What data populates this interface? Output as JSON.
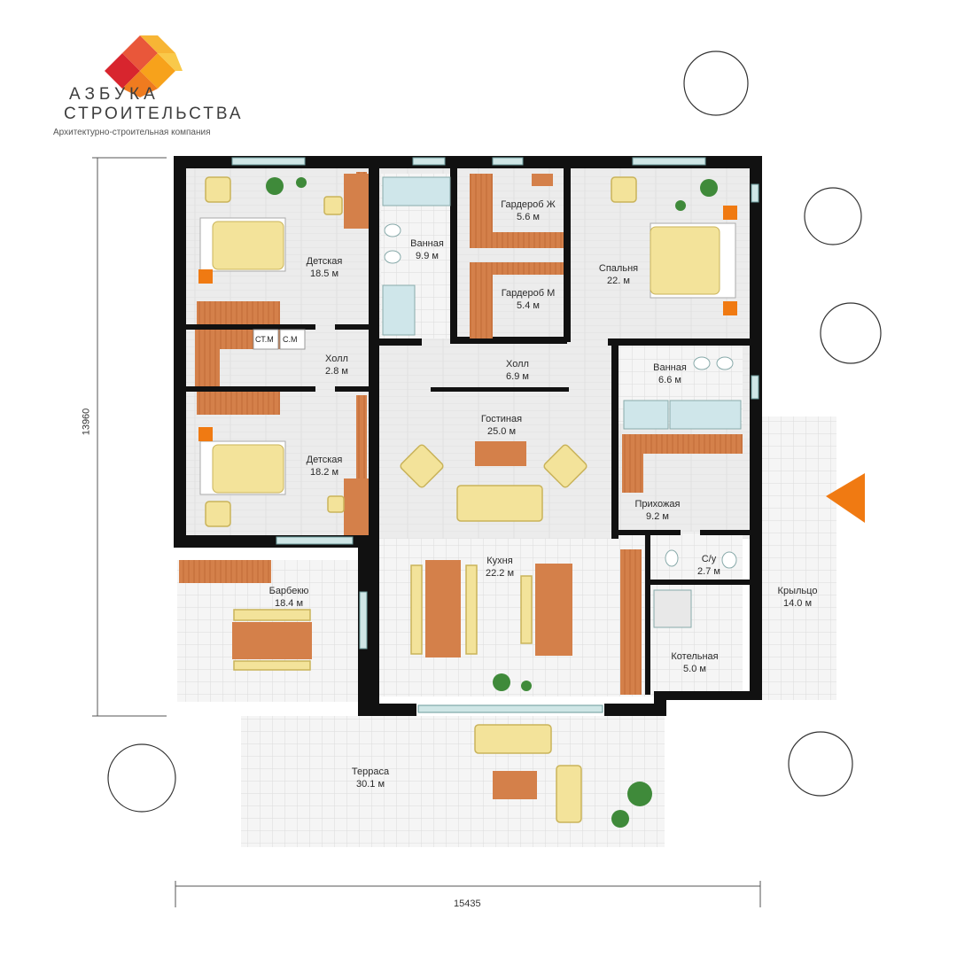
{
  "brand": {
    "line1": "АЗБУКА",
    "line2": "СТРОИТЕЛЬСТВА",
    "tagline": "Архитектурно-строительная компания"
  },
  "dimensions": {
    "height": "13960",
    "width": "15435"
  },
  "rooms": {
    "kids1": {
      "name": "Детская",
      "area": "18.5 м"
    },
    "kids2": {
      "name": "Детская",
      "area": "18.2 м"
    },
    "bath1": {
      "name": "Ванная",
      "area": "9.9 м"
    },
    "wardrobe_f": {
      "name": "Гардероб Ж",
      "area": "5.6 м"
    },
    "wardrobe_m": {
      "name": "Гардероб М",
      "area": "5.4 м"
    },
    "bedroom": {
      "name": "Спальня",
      "area": "22. м"
    },
    "hall1": {
      "name": "Холл",
      "area": "2.8 м"
    },
    "hall2": {
      "name": "Холл",
      "area": "6.9 м"
    },
    "bath2": {
      "name": "Ванная",
      "area": "6.6 м"
    },
    "living": {
      "name": "Гостиная",
      "area": "25.0 м"
    },
    "entry": {
      "name": "Прихожая",
      "area": "9.2 м"
    },
    "wc": {
      "name": "С/у",
      "area": "2.7 м"
    },
    "kitchen": {
      "name": "Кухня",
      "area": "22.2 м"
    },
    "bbq": {
      "name": "Барбекю",
      "area": "18.4 м"
    },
    "porch": {
      "name": "Крыльцо",
      "area": "14.0 м"
    },
    "boiler": {
      "name": "Котельная",
      "area": "5.0 м"
    },
    "terrace": {
      "name": "Терраса",
      "area": "30.1 м"
    }
  },
  "closets": {
    "st": "СТ.М",
    "sm": "С.М"
  },
  "colors": {
    "wall": "#111111",
    "floor": "#eeeeee",
    "tile": "#f4f4f4",
    "wood": "#d4804a",
    "furniture": "#f3e39a",
    "accent": "#f07a12",
    "plant": "#3f8a3a"
  },
  "entry_arrow": "entrance-arrow-icon"
}
